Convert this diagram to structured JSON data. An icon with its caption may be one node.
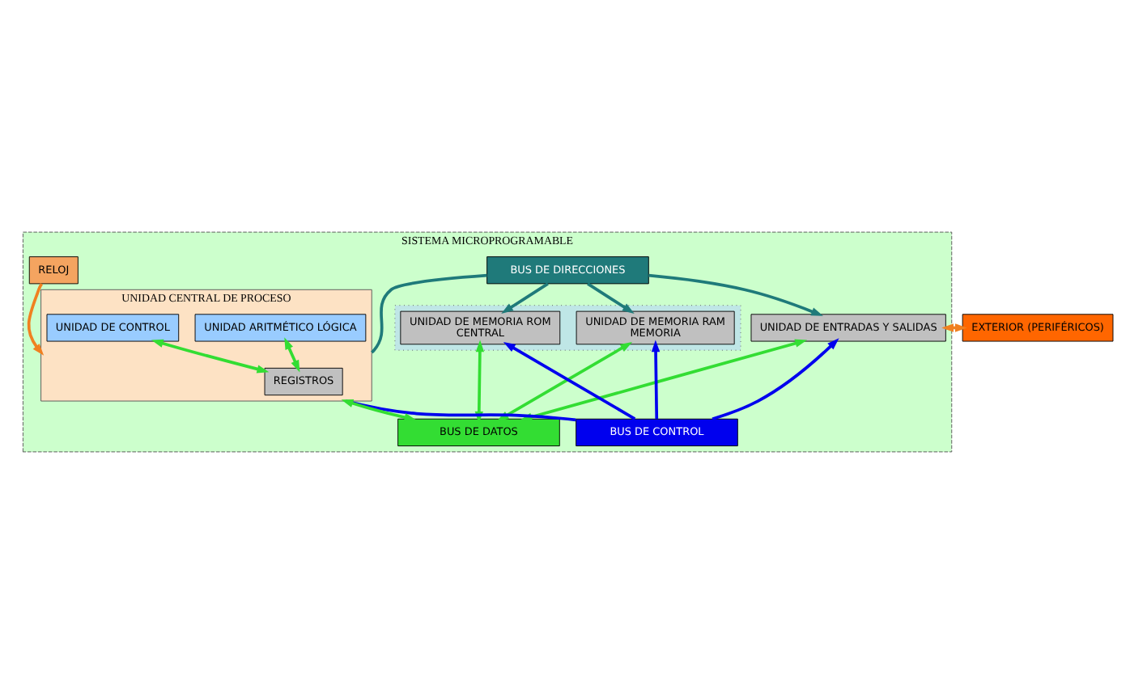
{
  "diagram": {
    "nodes": [
      {
        "text": [
          "SISTEMA MICROPROGRAMABLE"
        ]
      },
      {
        "text": [
          "BUS DE DIRECCIONES"
        ],
        "in": 0
      },
      {
        "text": [
          "RELOJ"
        ],
        "in": 0
      },
      {
        "text": [
          "UNIDAD DE ENTRADAS Y SALIDAS"
        ],
        "in": 0
      },
      {
        "text": [],
        "shape": "box",
        "in": 0
      },
      {
        "text": [
          "UNIDAD DE MEMORIA RAM",
          "MEMORIA"
        ],
        "in": 4
      },
      {
        "text": [
          "UNIDAD DE MEMORIA ROM",
          "CENTRAL"
        ],
        "in": 4
      },
      {
        "text": [
          "UNIDAD CENTRAL DE PROCESO"
        ],
        "in": 0
      },
      {
        "text": [
          "UNIDAD ARITMÉTICO LÓGICA"
        ],
        "in": 7
      },
      {
        "text": [
          "UNIDAD DE CONTROL"
        ],
        "in": 7
      },
      {
        "text": [
          "REGISTROS"
        ],
        "in": 7
      },
      {
        "text": [
          "BUS DE CONTROL"
        ],
        "in": 0
      },
      {
        "text": [
          "BUS DE DATOS"
        ],
        "in": 0
      },
      {
        "text": [
          "EXTERIOR (PERIFÉRICOS)"
        ]
      }
    ],
    "edges": [
      {
        "from": 1,
        "to": 3,
        "arrow": "to",
        "color": "#1f7a7a"
      },
      {
        "from": 1,
        "to": 5,
        "arrow": "to",
        "color": "#1f7a7a"
      },
      {
        "from": 1,
        "to": 6,
        "arrow": "to",
        "color": "#1f7a7a"
      },
      {
        "from": 7,
        "to": 1,
        "arrow": "none",
        "color": "#1f7a7a"
      },
      {
        "from": 2,
        "to": 7,
        "arrow": "to",
        "color": "#f08020"
      },
      {
        "from": 13,
        "to": 3,
        "arrow": "both",
        "color": "#f08020"
      },
      {
        "from": 11,
        "to": 3,
        "arrow": "to",
        "color": "#0000ee"
      },
      {
        "from": 11,
        "to": 5,
        "arrow": "to",
        "color": "#0000ee"
      },
      {
        "from": 11,
        "to": 6,
        "arrow": "to",
        "color": "#0000ee"
      },
      {
        "from": 7,
        "to": 11,
        "arrow": "none",
        "color": "#0000ee"
      },
      {
        "from": 12,
        "to": 3,
        "arrow": "both"
      },
      {
        "from": 12,
        "to": 5,
        "arrow": "both"
      },
      {
        "from": 12,
        "to": 6,
        "arrow": "both"
      },
      {
        "from": 12,
        "to": 7,
        "arrow": "both"
      },
      {
        "from": 8,
        "to": 10,
        "arrow": "both"
      },
      {
        "from": 9,
        "to": 10,
        "arrow": "both"
      }
    ]
  }
}
